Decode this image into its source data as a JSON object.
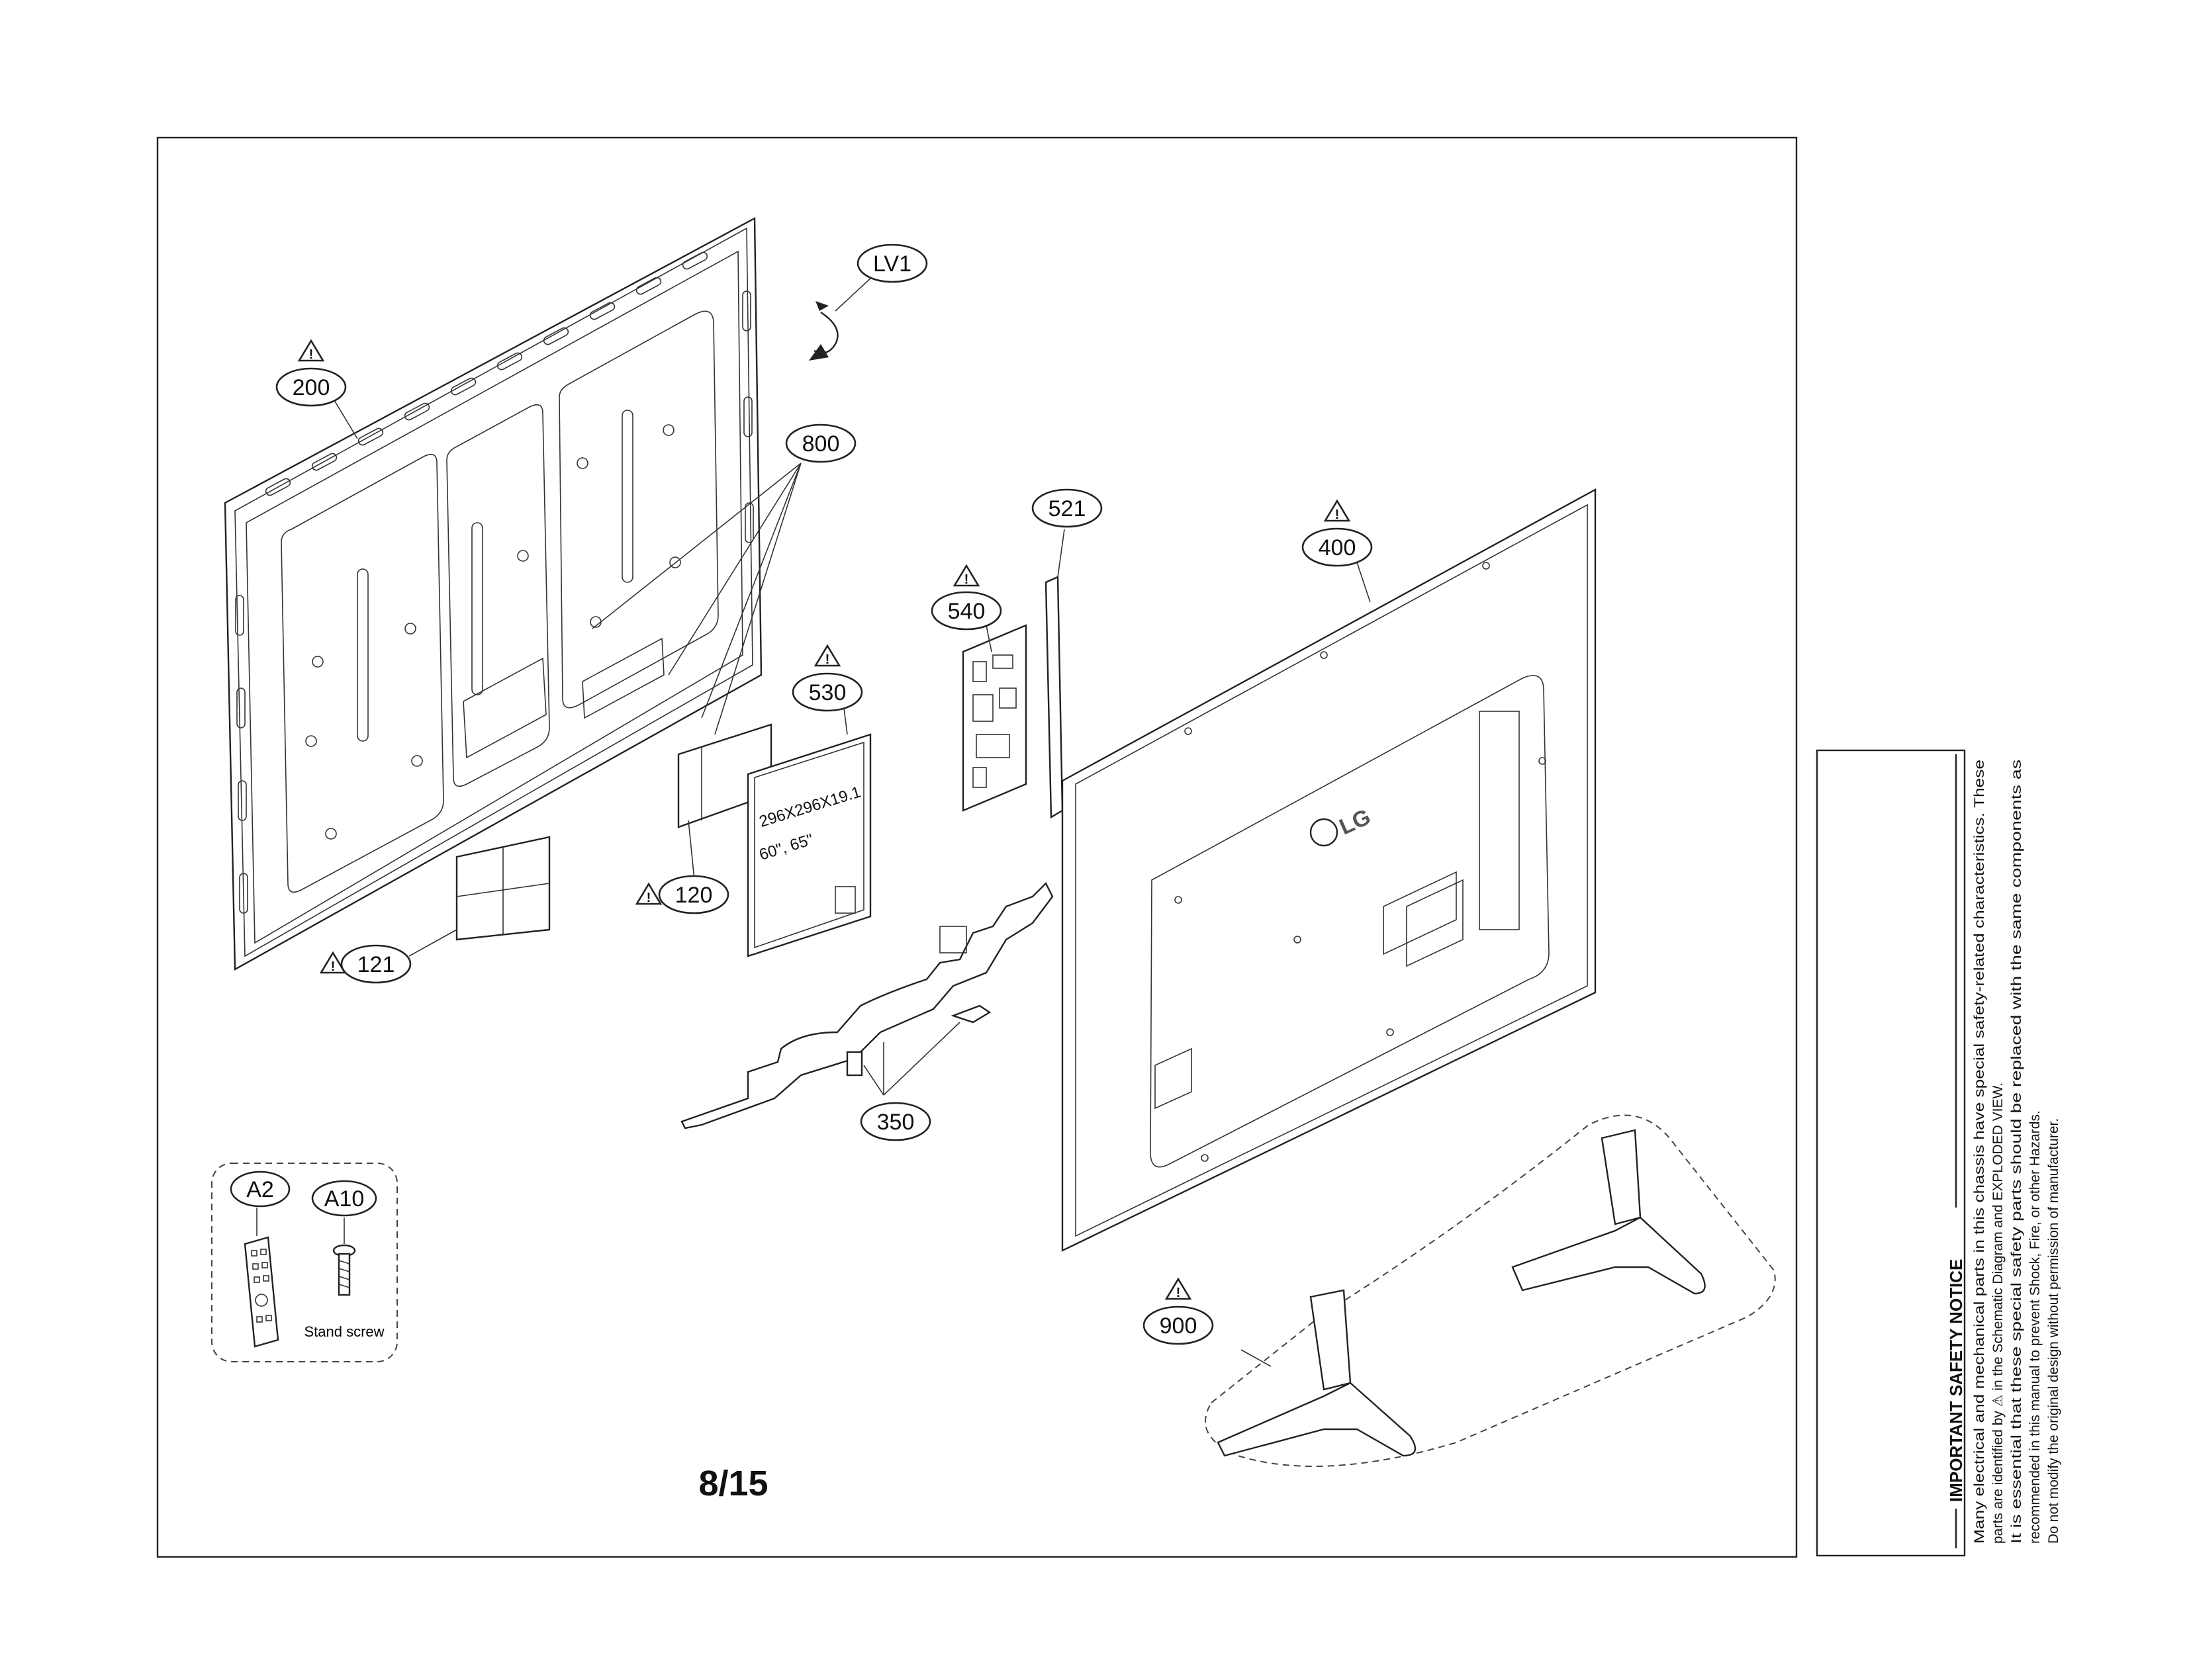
{
  "page_number": "8/15",
  "callouts": {
    "lv1": "LV1",
    "p200": "200",
    "p800": "800",
    "p521": "521",
    "p400": "400",
    "p540": "540",
    "p530": "530",
    "p120": "120",
    "p121": "121",
    "p350": "350",
    "p900": "900",
    "a2": "A2",
    "a10": "A10"
  },
  "warning_symbol": "!",
  "logo_text": "LG",
  "board_label_1": "296X296X19.1",
  "board_label_2": "60\", 65\"",
  "accessory_caption": "Stand screw",
  "safety_notice": {
    "title": "IMPORTANT SAFETY NOTICE",
    "line1": "Many electrical and mechanical parts in this chassis have special safety-related characteristics. These",
    "line2": "parts are identified by  ⚠  in the Schematic Diagram and EXPLODED VIEW.",
    "line3": "It is essential that these special safety parts should be replaced with the same components as",
    "line4": "recommended in this manual to prevent Shock, Fire, or other Hazards.",
    "line5": "Do not modify the original design without permission of manufacturer."
  }
}
